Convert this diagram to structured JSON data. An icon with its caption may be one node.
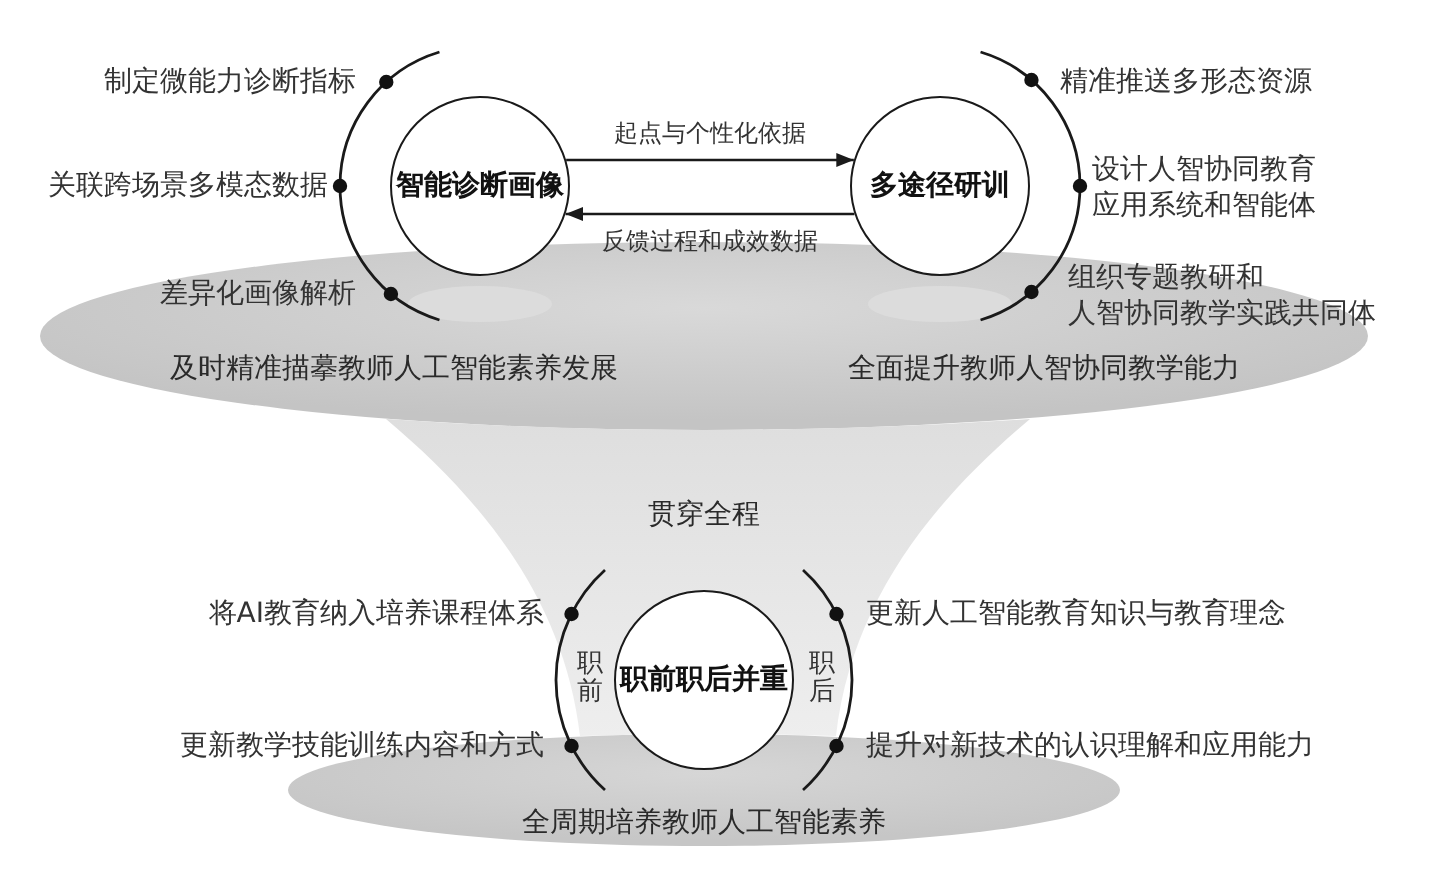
{
  "diagram": {
    "nodes": [
      {
        "text": [
          "智能诊断画像"
        ]
      },
      {
        "text": [
          "多途径研训"
        ]
      },
      {
        "text": [
          "及时精准描摹教师人工智能素养发展",
          "全面提升教师人智协同教学能力"
        ]
      },
      {
        "text": [
          "贯穿全程"
        ]
      },
      {
        "text": [
          "职前职后并重"
        ],
        "in": 3
      },
      {
        "text": [
          "全周期培养教师人工智能素养"
        ]
      }
    ],
    "edges": [
      {
        "from": 0,
        "to": 1,
        "arrow": "to",
        "label": "起点与个性化依据"
      },
      {
        "from": 1,
        "to": 0,
        "arrow": "to",
        "label": "反馈过程和成效数据"
      }
    ],
    "labels": [
      "制定微能力诊断指标",
      "精准推送多形态资源",
      "关联跨场景多模态数据",
      "设计人智协同教育应用系统和智能体",
      "差异化画像解析",
      "组织专题教研和人智协同教学实践共同体",
      "将AI教育纳入培养课程体系",
      "更新人工智能教育知识与教育理念",
      "职前",
      "职后",
      "更新教学技能训练内容和方式",
      "提升对新技术的认识理解和应用能力"
    ]
  }
}
